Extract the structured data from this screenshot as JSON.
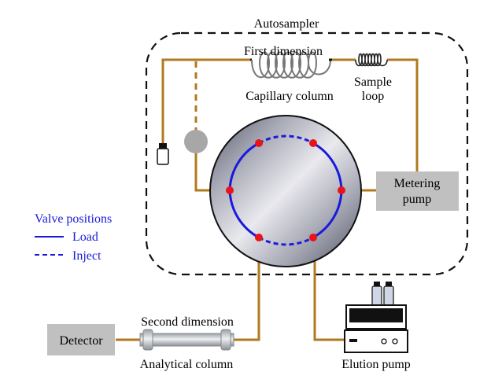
{
  "labels": {
    "autosampler": "Autosampler",
    "first_dimension": "First dimension",
    "capillary_column": "Capillary column",
    "sample_loop_line1": "Sample",
    "sample_loop_line2": "loop",
    "metering_pump_line1": "Metering",
    "metering_pump_line2": "pump",
    "valve_positions": "Valve positions",
    "load": "Load",
    "inject": "Inject",
    "detector": "Detector",
    "second_dimension": "Second dimension",
    "analytical_column": "Analytical column",
    "elution_pump": "Elution pump"
  },
  "colors": {
    "tubing": "#b07a1e",
    "valve_path": "#1a1adb",
    "port": "#e8141a",
    "box_fill": "#c0c0c0",
    "dashed_border": "#111111"
  }
}
